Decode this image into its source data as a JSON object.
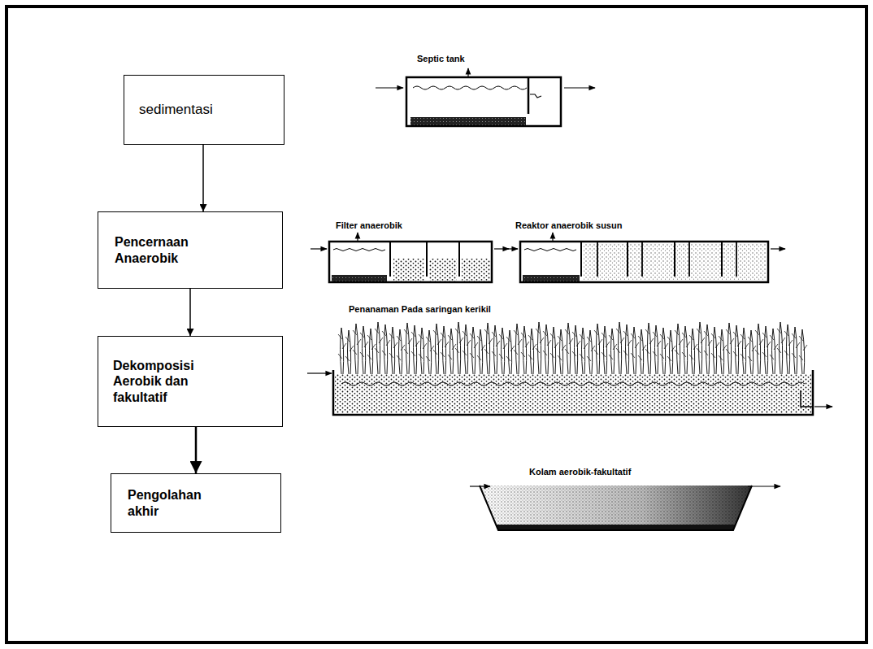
{
  "diagram": {
    "nodes": [
      {
        "text": [
          "sedimentasi"
        ]
      },
      {
        "text": [
          "Pencernaan Anaerobik"
        ]
      },
      {
        "text": [
          "Dekomposisi Aerobik dan fakultatif"
        ]
      },
      {
        "text": [
          "Pengolahan akhir"
        ]
      }
    ],
    "edges": [
      {
        "from": 0,
        "to": 1,
        "arrow": "to"
      },
      {
        "from": 1,
        "to": 2,
        "arrow": "to"
      },
      {
        "from": 2,
        "to": 3,
        "arrow": "to"
      }
    ],
    "labels": [
      "Septic tank",
      "Filter anaerobik",
      "Reaktor anaerobik susun",
      "Penanaman Pada saringan kerikil",
      "Kolam aerobik-fakultatif"
    ]
  }
}
